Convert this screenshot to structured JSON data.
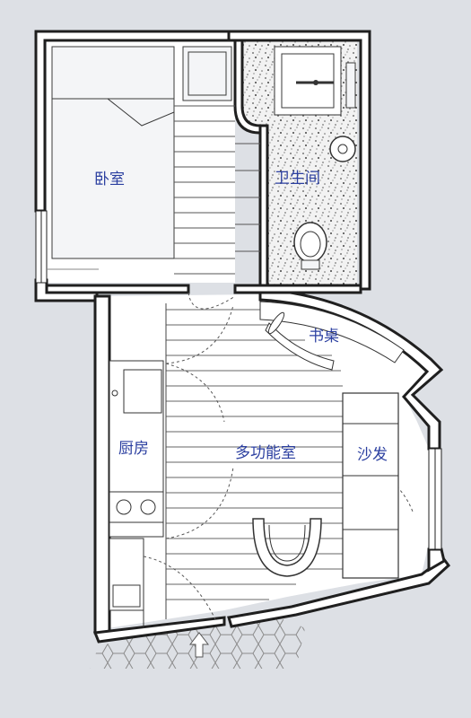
{
  "rooms": {
    "bedroom": "卧室",
    "bathroom": "卫生间",
    "desk": "书桌",
    "kitchen": "厨房",
    "multi_room": "多功能室",
    "sofa": "沙发"
  },
  "colors": {
    "background": "#dde0e5",
    "wall": "#1f1f1f",
    "label": "#2b3fa0",
    "floor_fill": "#ffffff"
  }
}
